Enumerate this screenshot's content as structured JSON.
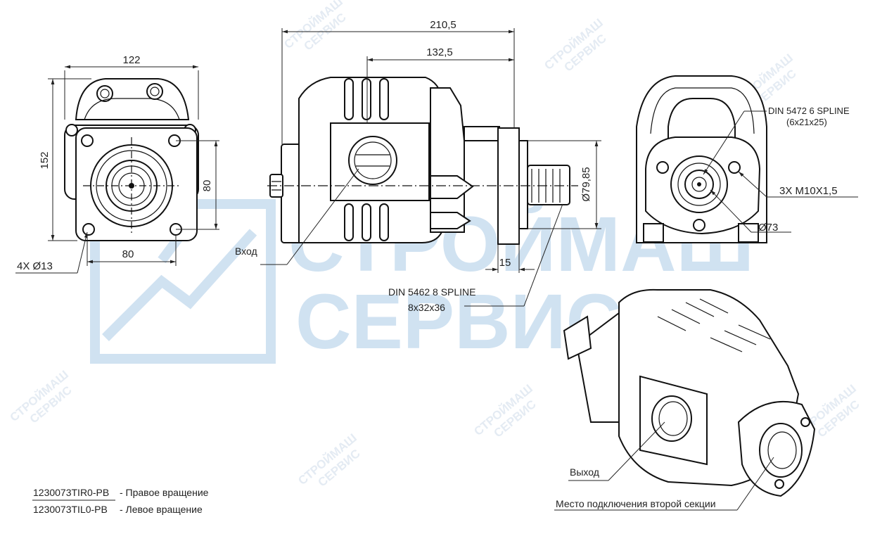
{
  "watermark": {
    "logo_line1": "СТРОЙМАШ",
    "logo_line2": "СЕРВИС",
    "tile_line1": "СТРОЙМАШ",
    "tile_line2": "СЕРВИС",
    "color": "#2f7ec1"
  },
  "front_view": {
    "width_dim": "122",
    "height_dim": "152",
    "bolt_spacing_vertical": "80",
    "bolt_spacing_horizontal": "80",
    "holes": "4X Ø13"
  },
  "side_view": {
    "overall_length": "210,5",
    "partial_length": "132,5",
    "flange_thickness": "15",
    "pilot_diameter": "Ø79,85",
    "inlet_label": "Вход",
    "spline_line1": "DIN 5462 8 SPLINE",
    "spline_line2": "8x32x36"
  },
  "rear_view": {
    "spline_line1": "DIN 5472 6 SPLINE",
    "spline_line2": "(6x21x25)",
    "threads": "3X M10X1,5",
    "pitch_diameter": "Ø73"
  },
  "iso_view": {
    "outlet_label": "Выход",
    "second_section_label": "Место подключения второй секции"
  },
  "legend": [
    {
      "code": "1230073TIR0-PB",
      "desc": "- Правое вращение"
    },
    {
      "code": "1230073TIL0-PB",
      "desc": "- Левое вращение"
    }
  ]
}
